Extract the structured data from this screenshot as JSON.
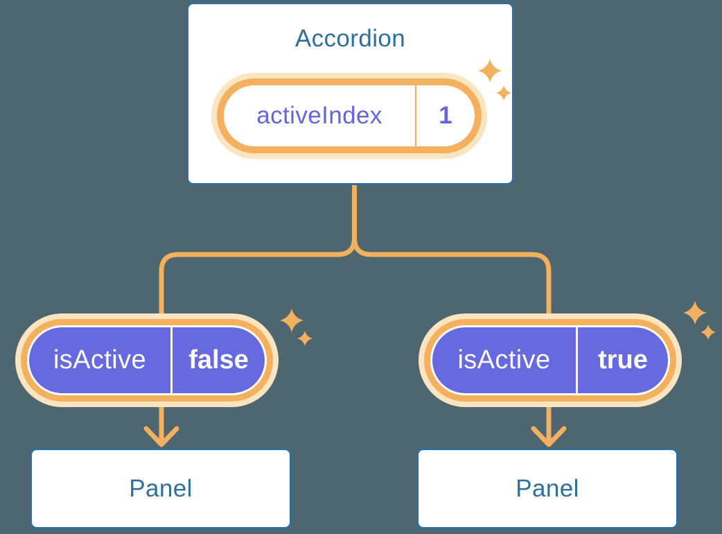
{
  "colors": {
    "background": "#4D666F",
    "box_border_blue": "#2F6F9E",
    "box_text_blue": "#2F6F9E",
    "box_fill_white": "#FFFFFF",
    "accent_orange": "#F3B05F",
    "accent_orange_glow": "#FBE4C0",
    "state_purple_fill": "#666ADE",
    "state_text_purple": "#6366DC",
    "pill_text_white": "#FCFCFF"
  },
  "diagram": {
    "accordion": {
      "title": "Accordion",
      "state": {
        "label": "activeIndex",
        "value": "1"
      }
    },
    "children": [
      {
        "prop": {
          "label": "isActive",
          "value": "false"
        },
        "panel": {
          "title": "Panel"
        }
      },
      {
        "prop": {
          "label": "isActive",
          "value": "true"
        },
        "panel": {
          "title": "Panel"
        }
      }
    ]
  },
  "icons": {
    "sparkle": "sparkle-icon"
  }
}
